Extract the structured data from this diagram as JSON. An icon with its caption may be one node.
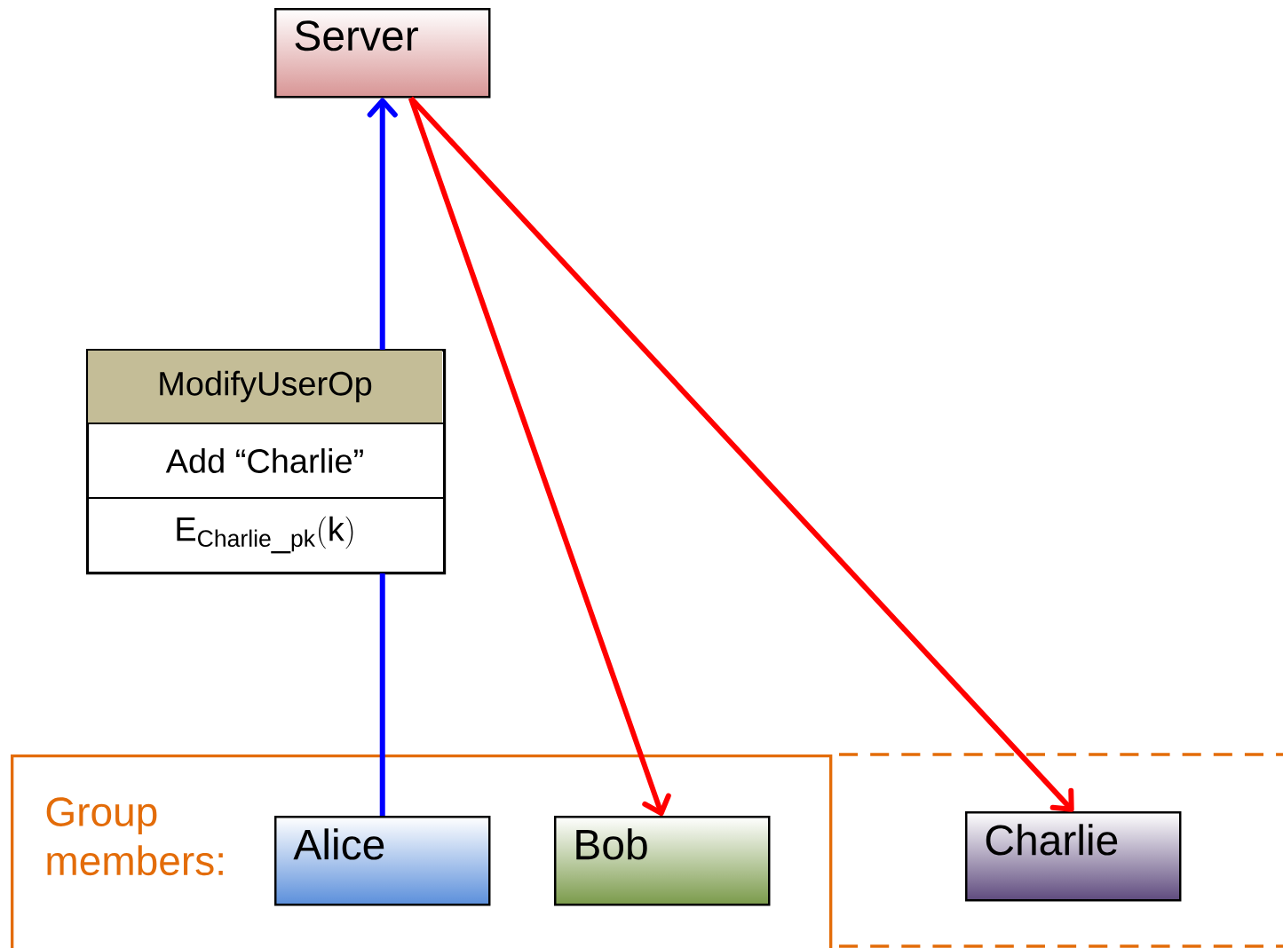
{
  "diagram": {
    "nodes": [
      {
        "text": [
          "Server"
        ]
      },
      {
        "text": [
          "Group members:"
        ]
      },
      {
        "text": [
          "Alice"
        ],
        "in": 1
      },
      {
        "text": [
          "Bob"
        ],
        "in": 1
      },
      {
        "text": [
          "Charlie"
        ]
      },
      {
        "text": [
          "ModifyUserOp",
          "Add “Charlie”",
          "\\mathrm{E}_{\\mathrm{Charlie\\_pk}}(\\mathrm{k})"
        ]
      }
    ],
    "edges": [
      {
        "from": 2,
        "to": 5,
        "arrow": "none",
        "color": "#0000ff"
      },
      {
        "from": 5,
        "to": 0,
        "arrow": "to",
        "color": "#0000ff"
      },
      {
        "from": 0,
        "to": 3,
        "arrow": "to",
        "color": "#ff0000"
      },
      {
        "from": 0,
        "to": 4,
        "arrow": "to",
        "color": "#ff0000"
      }
    ]
  }
}
